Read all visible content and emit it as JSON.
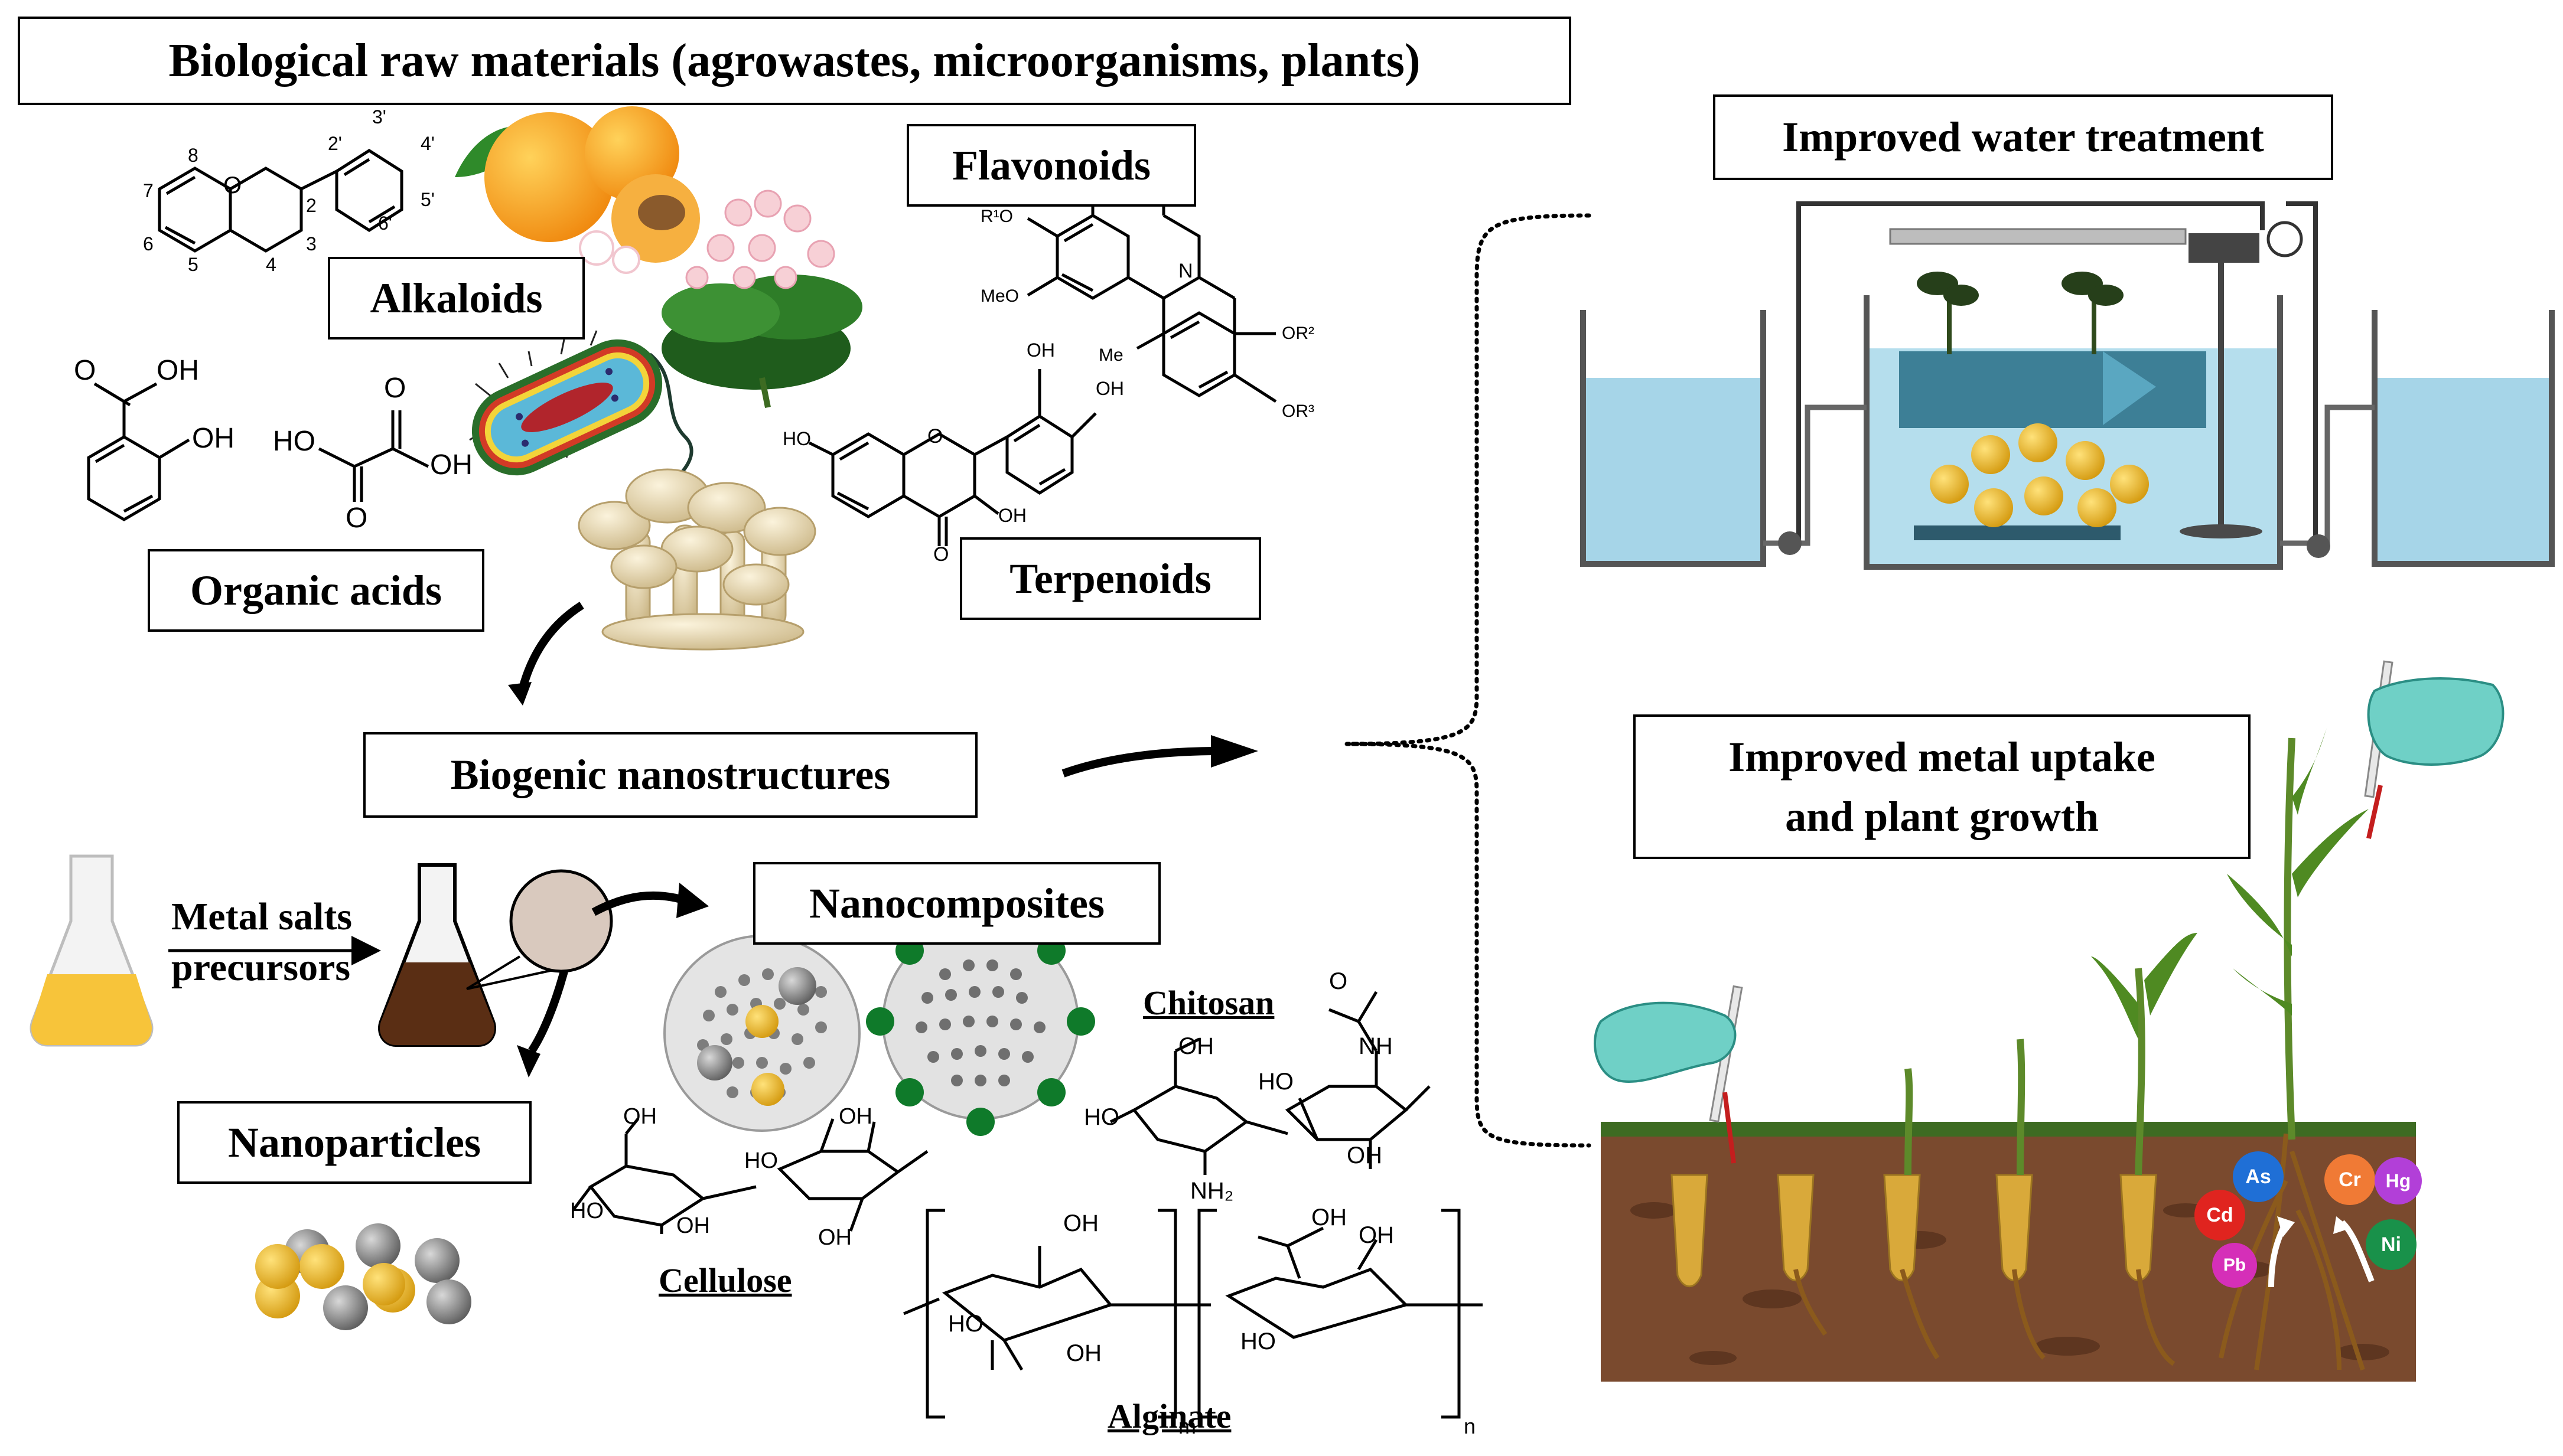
{
  "title": "Biological raw materials (agrowastes, microorganisms, plants)",
  "sources": {
    "alkaloids": "Alkaloids",
    "flavonoids": "Flavonoids",
    "organic_acids": "Organic acids",
    "terpenoids": "Terpenoids"
  },
  "center": "Biogenic nanostructures",
  "synthesis": {
    "metal_salts_line1": "Metal salts",
    "metal_salts_line2": "precursors",
    "nanocomposites": "Nanocomposites",
    "nanoparticles": "Nanoparticles"
  },
  "polymers": {
    "chitosan": "Chitosan",
    "cellulose": "Cellulose",
    "alginate": "Alginate"
  },
  "applications": {
    "water": "Improved water treatment",
    "plant_line1": "Improved metal uptake",
    "plant_line2": "and plant growth"
  },
  "metals": [
    "As",
    "Cd",
    "Pb",
    "Cr",
    "Hg",
    "Ni"
  ],
  "metal_colors": [
    "#1f6fd6",
    "#e0241f",
    "#d52fb8",
    "#f07a35",
    "#b23fd8",
    "#19914a"
  ],
  "chem_labels": {
    "flavan_numbers": [
      "8",
      "7",
      "6",
      "5",
      "4",
      "3",
      "2",
      "2'",
      "3'",
      "4'",
      "5'",
      "6'"
    ],
    "oh": "OH",
    "ho": "HO",
    "ho_oh_oxalic": "HO",
    "meo": "MeO",
    "r1o": "R¹O",
    "or2": "OR²",
    "or3": "OR³",
    "n": "N",
    "me": "Me",
    "nh": "NH",
    "nh2": "NH₂",
    "o": "O",
    "m": "m",
    "n_sub": "n"
  }
}
